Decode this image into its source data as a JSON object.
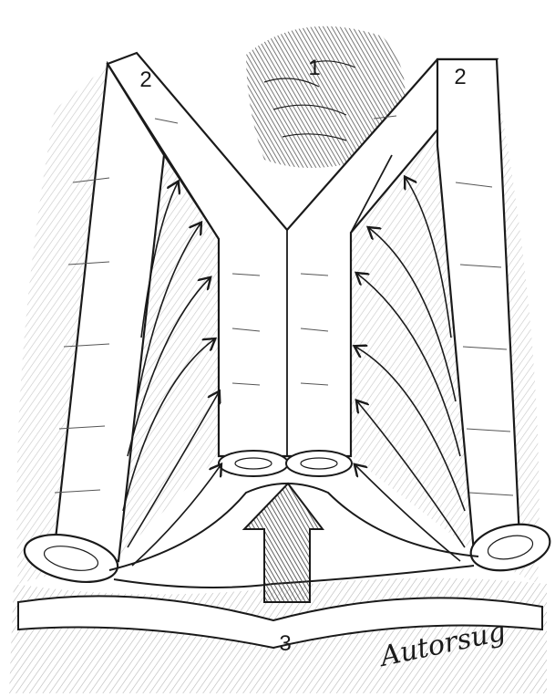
{
  "labels": {
    "center_tissue": "1",
    "left_flap": "2",
    "right_flap": "2",
    "base": "3"
  },
  "signature": "Autorsug",
  "colors": {
    "ink": "#1a1a1a",
    "shading": "#bdbdbd",
    "dark_shading": "#4a4a4a",
    "paper": "#ffffff"
  }
}
